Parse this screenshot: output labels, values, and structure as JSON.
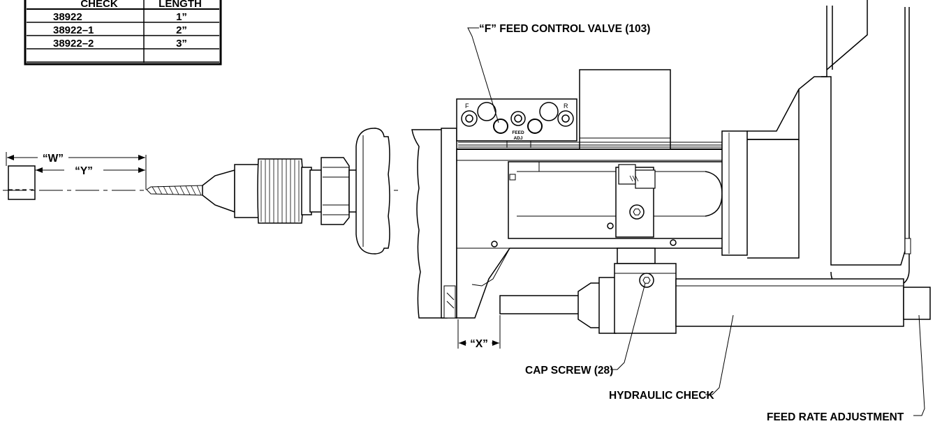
{
  "table": {
    "headers": [
      "CHECK",
      "LENGTH"
    ],
    "rows": [
      [
        "38922",
        "1”"
      ],
      [
        "38922–1",
        "2”"
      ],
      [
        "38922–2",
        "3”"
      ]
    ]
  },
  "callouts": {
    "feed_control_valve": "“F” FEED CONTROL VALVE (103)",
    "cap_screw": "CAP SCREW (28)",
    "hydraulic_check": "HYDRAULIC CHECK",
    "feed_rate_adjustment": "FEED RATE ADJUSTMENT"
  },
  "dimensions": {
    "w": "“W”",
    "y": "“Y”",
    "x": "“X”"
  },
  "valve_plate": {
    "left_mark": "F",
    "right_mark": "R",
    "knob_label_top": "FEED",
    "knob_label_bottom": "ADJ"
  }
}
